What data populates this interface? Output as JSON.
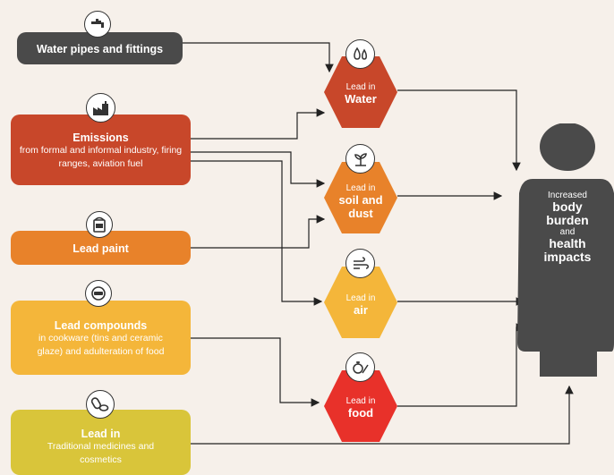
{
  "sources": [
    {
      "title": "Water pipes and fittings",
      "subtitle": "",
      "color": "#4a4a4a",
      "icon": "faucet-icon"
    },
    {
      "title": "Emissions",
      "subtitle": "from formal and informal industry, firing ranges, aviation fuel",
      "color": "#c8472a",
      "icon": "factory-icon"
    },
    {
      "title": "Lead paint",
      "subtitle": "",
      "color": "#e8822a",
      "icon": "paint-can-icon"
    },
    {
      "title": "Lead compounds",
      "subtitle": "in cookware (tins and ceramic glaze) and adulteration of food",
      "color": "#f4b63a",
      "icon": "mask-icon"
    },
    {
      "title": "Lead in",
      "subtitle": "Traditional medicines and cosmetics",
      "color": "#d9c53a",
      "icon": "pills-icon"
    }
  ],
  "pathways": [
    {
      "label": "Lead in",
      "name": "Water",
      "color": "#c8472a",
      "icon": "water-drops-icon"
    },
    {
      "label": "Lead in",
      "name": "soil and dust",
      "color": "#e8822a",
      "icon": "plant-icon"
    },
    {
      "label": "Lead in",
      "name": "air",
      "color": "#f4b63a",
      "icon": "wind-icon"
    },
    {
      "label": "Lead in",
      "name": "food",
      "color": "#e8312a",
      "icon": "vegetables-icon"
    }
  ],
  "outcome": {
    "line1": "Increased",
    "line2": "body",
    "line3": "burden",
    "line4": "and",
    "line5": "health",
    "line6": "impacts",
    "color": "#4a4a4a"
  }
}
